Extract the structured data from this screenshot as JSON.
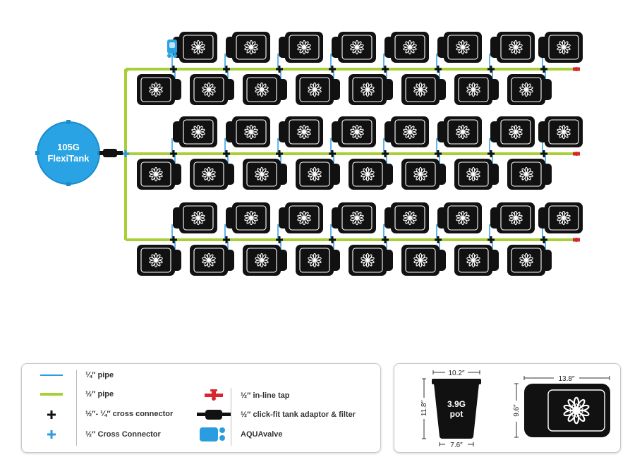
{
  "tank": {
    "line1": "105G",
    "line2": "FlexiTank"
  },
  "colors": {
    "half_inch_pipe": "#a9cf38",
    "quarter_inch_pipe": "#2a9de0",
    "tank": "#29a3e4",
    "tap": "#d7262d",
    "pot": "#111111"
  },
  "icons": {
    "pot_top": "pot-top-view-icon",
    "cross_black": "black-cross-connector-icon",
    "cross_blue": "blue-cross-connector-icon",
    "tap": "in-line-tap-icon",
    "adaptor": "tank-adaptor-filter-icon",
    "aquavalve": "aquavalve-icon"
  },
  "layout": {
    "rows": 3,
    "pots_top_per_row": 8,
    "pots_bottom_per_row": 8
  },
  "legend": {
    "items": [
      {
        "label": "¼″ pipe"
      },
      {
        "label": "½″ pipe"
      },
      {
        "label": "½″- ¼″ cross connector"
      },
      {
        "label": "½″ Cross Connector"
      },
      {
        "label": "½″ in-line tap"
      },
      {
        "label": "½″ click-fit tank adaptor & filter"
      },
      {
        "label": "AQUAvalve"
      }
    ]
  },
  "dimensions": {
    "pot_label_1": "3.9G",
    "pot_label_2": "pot",
    "pot_top_width": "10.2″",
    "pot_height": "11.8″",
    "pot_bottom_width": "7.6″",
    "tray_width": "13.8″",
    "tray_depth": "9.6″"
  }
}
